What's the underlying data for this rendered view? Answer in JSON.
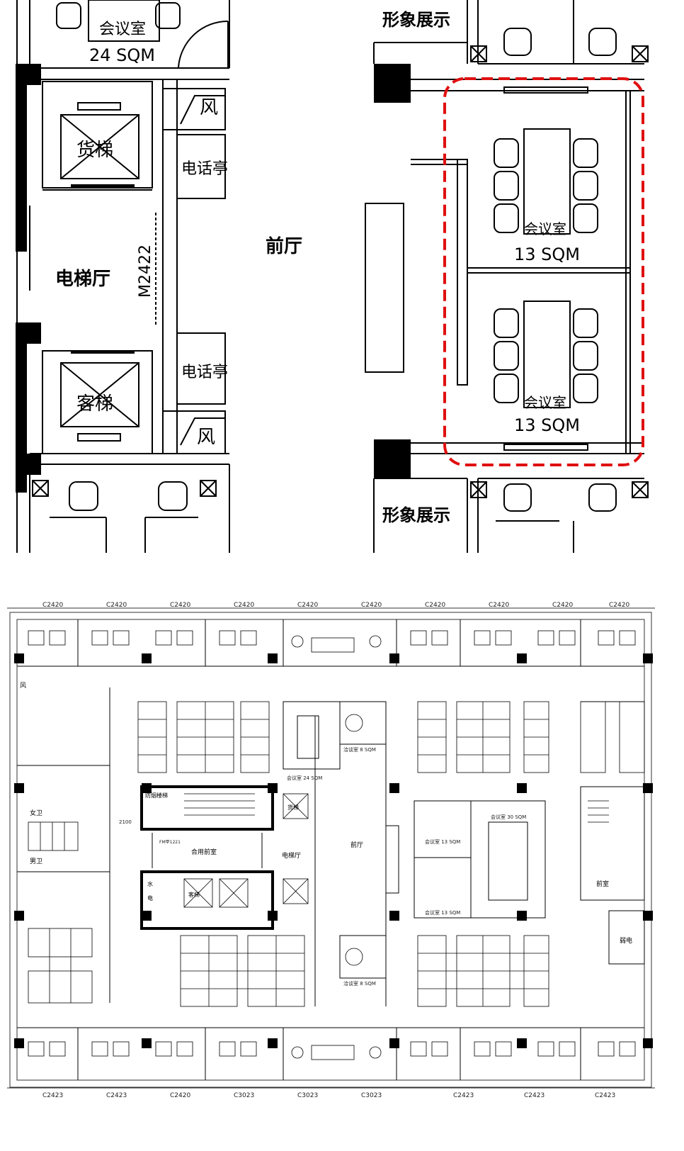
{
  "top_plan": {
    "rooms": {
      "meeting_top": "会议室",
      "meeting_top_area": "24 SQM",
      "showcase_top": "形象展示",
      "showcase_bottom": "形象展示",
      "freight_elevator": "货梯",
      "passenger_elevator": "客梯",
      "elevator_hall": "电梯厅",
      "door_code": "M2422",
      "lobby": "前厅",
      "phone_booth_1": "电话亭",
      "phone_booth_2": "电话亭",
      "wind_1": "风",
      "wind_2": "风",
      "meeting_a": "会议室",
      "meeting_a_area": "13 SQM",
      "meeting_b": "会议室",
      "meeting_b_area": "13 SQM"
    },
    "highlight_color": "#e01010"
  },
  "bottom_plan": {
    "top_dims": [
      "C2420",
      "C2420",
      "C2420",
      "C2420",
      "C2420",
      "C2420",
      "C2420",
      "C2420",
      "C2420",
      "C2420"
    ],
    "bottom_dims": [
      "C2423",
      "C2423",
      "C2420",
      "C3023",
      "C3023",
      "C3023",
      "C2423",
      "C2423",
      "C2423"
    ],
    "labels": {
      "lobby": "前厅",
      "elevator_hall": "电梯厅",
      "shared_room": "合用前室",
      "stair": "防烟楼梯",
      "freight": "货梯",
      "passenger": "客梯",
      "wind": "风",
      "water": "水",
      "electric": "电",
      "weak_electric": "弱电",
      "female_wc": "女卫",
      "male_wc": "男卫",
      "front_room": "前室",
      "meeting_30": "会议室 30 SQM",
      "meeting_13a": "会议室 13 SQM",
      "meeting_13b": "会议室 13 SQM",
      "meeting_24": "会议室 24 SQM",
      "reception_1": "洽谈室 8 SQM",
      "reception_2": "洽谈室 8 SQM",
      "dim_2100": "2100",
      "door_fm": "FM甲1221"
    }
  }
}
